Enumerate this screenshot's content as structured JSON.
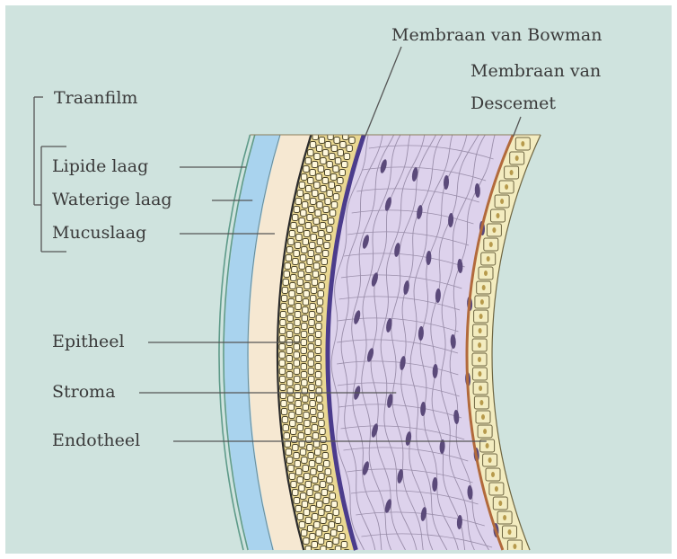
{
  "labels": {
    "tear_film": "Traanfilm",
    "lipid_layer": "Lipide laag",
    "aqueous_layer": "Waterige laag",
    "mucus_layer": "Mucuslaag",
    "epithelium": "Epitheel",
    "stroma": "Stroma",
    "endothelium": "Endotheel",
    "bowman_membrane": "Membraan van Bowman",
    "descemet_line1": "Membraan van",
    "descemet_line2": "Descemet"
  },
  "colors": {
    "background": "#cfe3de",
    "frame": "#ffffff",
    "lipid_layer": "#5f9b8a",
    "aqueous_layer": "#a9d3ee",
    "mucus_layer": "#f6e8d2",
    "epithelium": "#ead892",
    "bowman_membrane": "#4b3c8c",
    "stroma": "#ddd2ec",
    "stroma_fibres": "#9a8eaa",
    "keratocyte": "#5b4a7a",
    "descemet_membrane": "#b26a3c",
    "endothelium": "#f3ecc0",
    "leader_lines": "#555555"
  }
}
